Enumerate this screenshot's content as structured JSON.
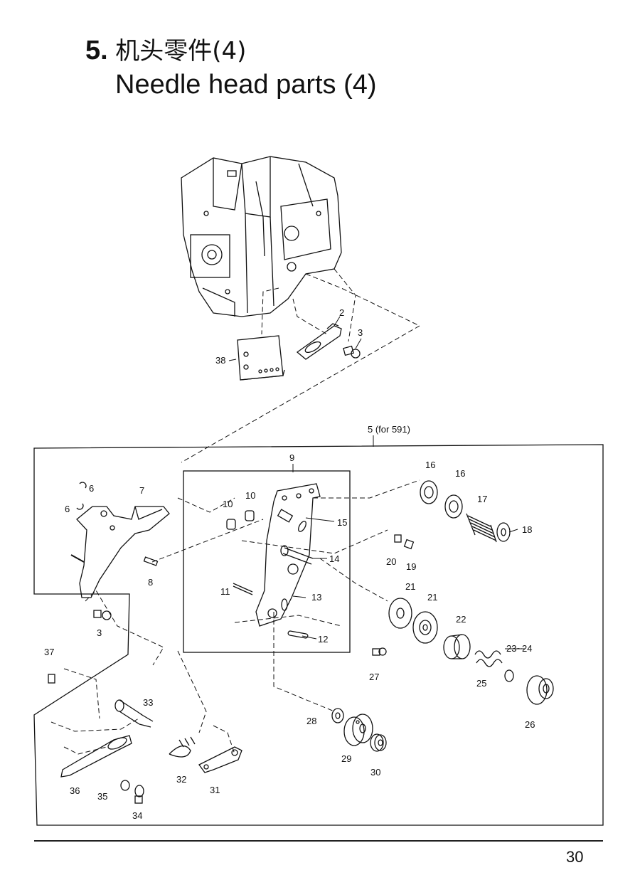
{
  "title": {
    "number": "5.",
    "chinese": "机头零件(4)",
    "english": "Needle head parts (4)"
  },
  "labels": {
    "p2": "2",
    "p3a": "3",
    "p38": "38",
    "p5": "5 (for  591)",
    "p9": "9",
    "p6a": "6",
    "p6b": "6",
    "p7": "7",
    "p8": "8",
    "p10a": "10",
    "p10b": "10",
    "p11": "11",
    "p12": "12",
    "p13": "13",
    "p14": "14",
    "p15": "15",
    "p16a": "16",
    "p16b": "16",
    "p17": "17",
    "p18": "18",
    "p19": "19",
    "p20": "20",
    "p21a": "21",
    "p21b": "21",
    "p22": "22",
    "p2324": "23~24",
    "p25": "25",
    "p26": "26",
    "p27": "27",
    "p28": "28",
    "p29": "29",
    "p30": "30",
    "p3b": "3",
    "p31": "31",
    "p32": "32",
    "p33": "33",
    "p34": "34",
    "p35": "35",
    "p36": "36",
    "p37": "37"
  },
  "page_number": "30"
}
